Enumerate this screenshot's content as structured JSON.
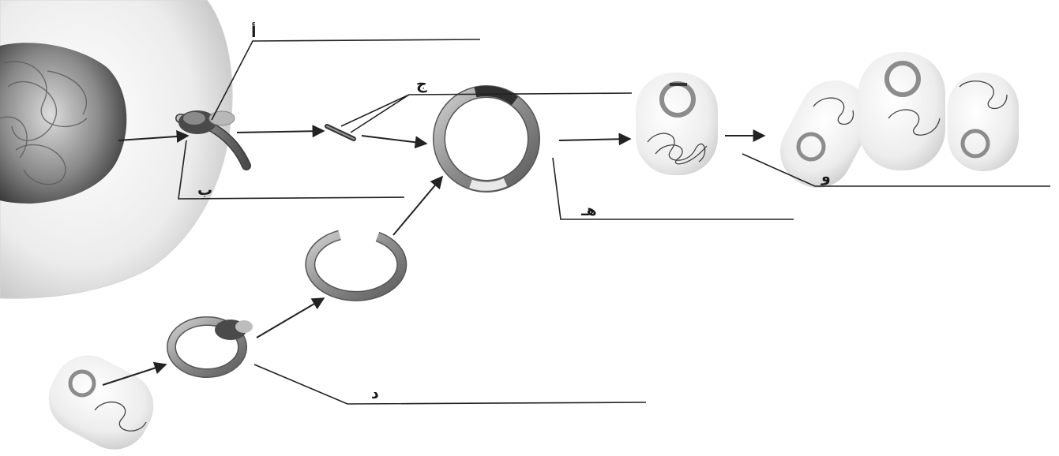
{
  "labels": {
    "a": "أ",
    "b": "ب",
    "c": "ج",
    "d": "د",
    "e": "هـ",
    "f": "و"
  },
  "colors": {
    "line": "#222222",
    "ring": "#9a9a9a",
    "nucleus": "#3a3a3a",
    "cell": "#e8e8e8",
    "dna": "#444444"
  }
}
